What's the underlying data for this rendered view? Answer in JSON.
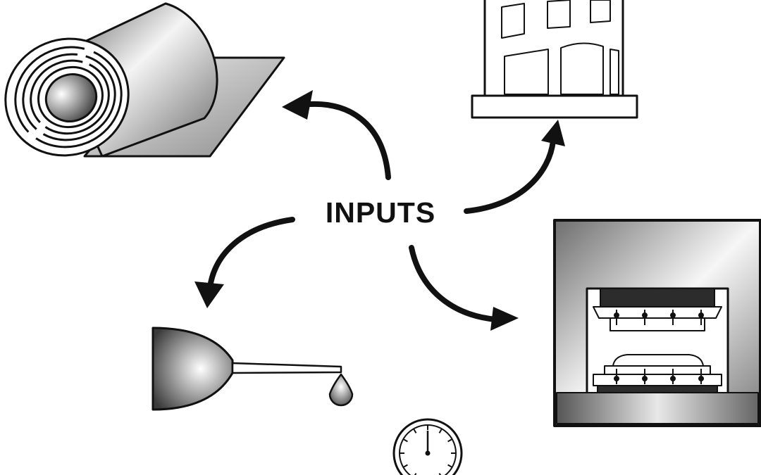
{
  "diagram": {
    "center_label": "INPUTS",
    "nodes": [
      {
        "id": "material-roll",
        "icon": "sheet-roll-icon"
      },
      {
        "id": "building",
        "icon": "building-icon"
      },
      {
        "id": "molding-press",
        "icon": "molding-press-icon"
      },
      {
        "id": "dispenser",
        "icon": "dropper-icon"
      },
      {
        "id": "gauge",
        "icon": "pressure-gauge-icon"
      }
    ],
    "edges": [
      {
        "from": "inputs",
        "to": "material-roll"
      },
      {
        "from": "inputs",
        "to": "building"
      },
      {
        "from": "inputs",
        "to": "dispenser"
      },
      {
        "from": "inputs",
        "to": "molding-press"
      }
    ],
    "colors": {
      "ink": "#111111",
      "background": "#ffffff",
      "fill_light": "#ffffff",
      "fill_dark": "#2a2a2a"
    }
  }
}
